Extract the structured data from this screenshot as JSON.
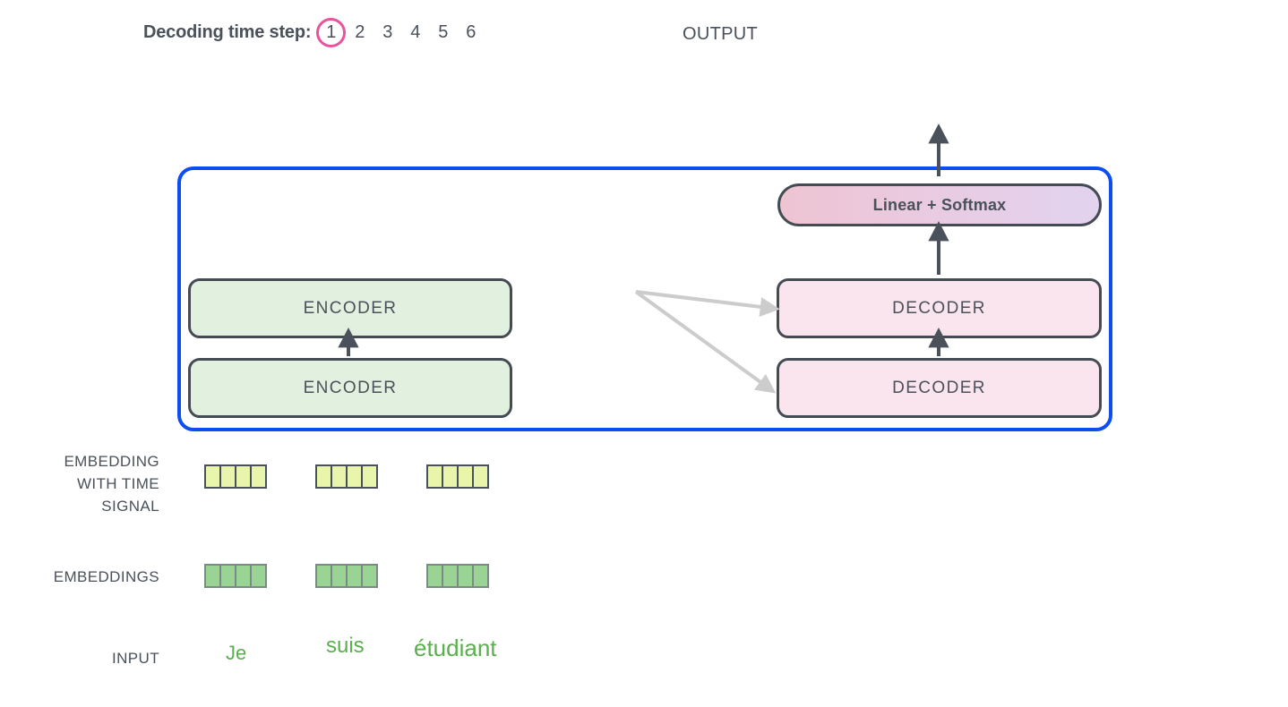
{
  "header": {
    "decoding_label": "Decoding time step:",
    "steps": [
      {
        "num": "1",
        "active": true
      },
      {
        "num": "2",
        "active": false
      },
      {
        "num": "3",
        "active": false
      },
      {
        "num": "4",
        "active": false
      },
      {
        "num": "5",
        "active": false
      },
      {
        "num": "6",
        "active": false
      }
    ],
    "output_label": "OUTPUT"
  },
  "model": {
    "linear_softmax": "Linear + Softmax",
    "encoder_top": "ENCODER",
    "encoder_bottom": "ENCODER",
    "decoder_top": "DECODER",
    "decoder_bottom": "DECODER"
  },
  "rows": {
    "embedding_with_time_line1": "EMBEDDING",
    "embedding_with_time_line2": "WITH TIME",
    "embedding_with_time_line3": "SIGNAL",
    "embeddings": "EMBEDDINGS",
    "input": "INPUT"
  },
  "input_tokens": [
    "Je",
    "suis",
    "étudiant"
  ],
  "vector_cells_per_token": 4,
  "colors": {
    "container_border": "#0d4ef2",
    "encoder_fill": "#e2f0e0",
    "decoder_fill": "#fae5ee",
    "box_border": "#444b53",
    "linear_softmax_gradient_start": "#eec4d2",
    "linear_softmax_gradient_end": "#e2d3ef",
    "time_signal_cell": "#e8f5ab",
    "embedding_cell": "#9ad494",
    "active_step_ring": "#e8539e",
    "input_word_text": "#5aaf4e",
    "attention_arrow": "#cccccc",
    "flow_arrow": "#4a515a",
    "text": "#4a515a",
    "background": "#ffffff"
  }
}
